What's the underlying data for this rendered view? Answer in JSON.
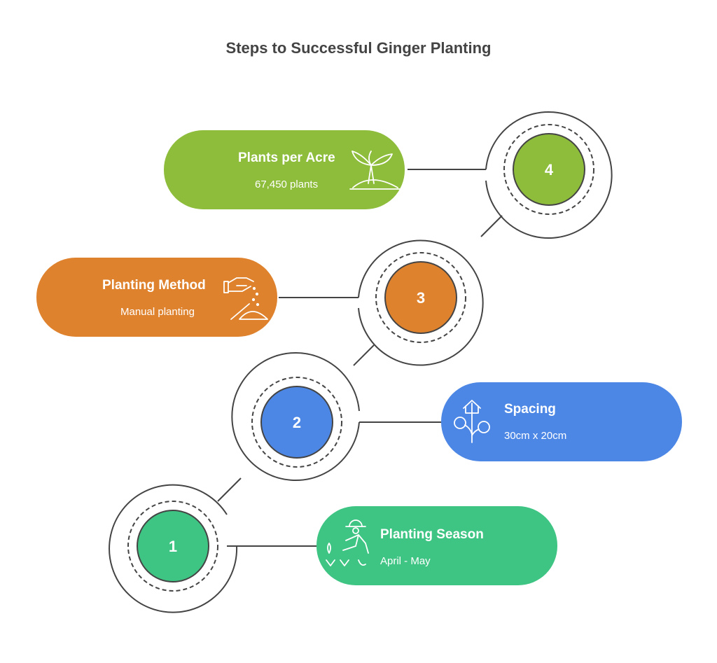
{
  "title": "Steps to Successful Ginger Planting",
  "steps": [
    {
      "number": "1",
      "title": "Planting Season",
      "description": "April - May",
      "color": "#3EC483",
      "icon": "farmer-planting-icon"
    },
    {
      "number": "2",
      "title": "Spacing",
      "description": "30cm x 20cm",
      "color": "#4D87E6",
      "icon": "spacing-sprout-icon"
    },
    {
      "number": "3",
      "title": "Planting Method",
      "description": "Manual planting",
      "color": "#DF822E",
      "icon": "hand-sowing-icon"
    },
    {
      "number": "4",
      "title": "Plants per Acre",
      "description": "67,450 plants",
      "color": "#8EBC3B",
      "icon": "sprout-icon"
    }
  ],
  "colors": {
    "stroke": "#444444",
    "text": "#ffffff",
    "title": "#444444"
  }
}
